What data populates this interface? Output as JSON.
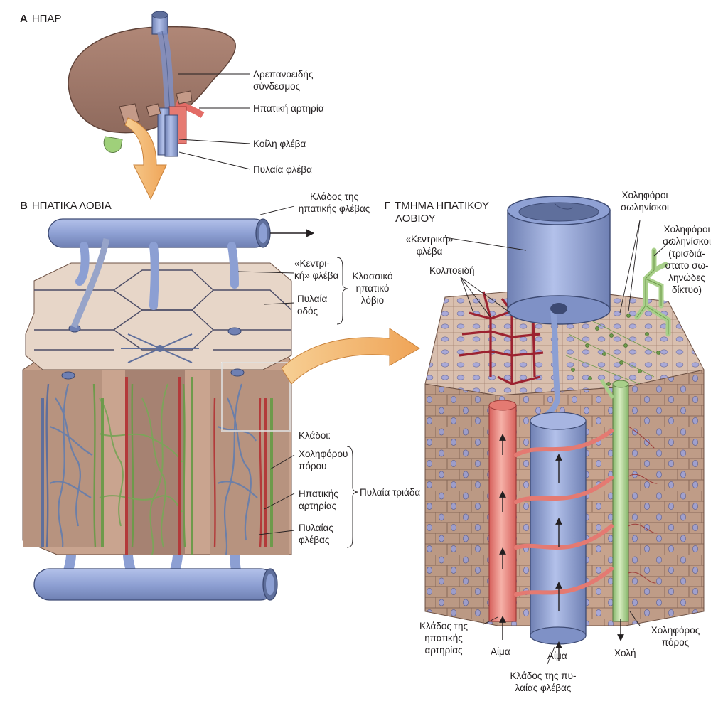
{
  "panels": {
    "a": {
      "letter": "Α",
      "title": "ΗΠΑΡ"
    },
    "b": {
      "letter": "Β",
      "title": "ΗΠΑΤΙΚΑ ΛΟΒΙΑ"
    },
    "c": {
      "letter": "Γ",
      "title_line1": "ΤΜΗΜΑ ΗΠΑΤΙΚΟΥ",
      "title_line2": "ΛΟΒΙΟΥ"
    }
  },
  "labels_a": {
    "falciform_1": "Δρεπανοειδής",
    "falciform_2": "σύνδεσμος",
    "hepatic_artery": "Ηπατική αρτηρία",
    "vena_cava": "Κοίλη φλέβα",
    "portal_vein": "Πυλαία φλέβα"
  },
  "labels_b": {
    "hv_branch_1": "Κλάδος της",
    "hv_branch_2": "ηπατικής φλέβας",
    "central_1": "«Κεντρι-",
    "central_2": "κή» φλέβα",
    "portal_tract_1": "Πυλαία",
    "portal_tract_2": "οδός",
    "classic_1": "Κλασσικό",
    "classic_2": "ηπατικό",
    "classic_3": "λόβιο",
    "branches": "Κλάδοι:",
    "bile_1": "Χοληφόρου",
    "bile_2": "πόρου",
    "artery_1": "Ηπατικής",
    "artery_2": "αρτηρίας",
    "pv_1": "Πυλαίας",
    "pv_2": "φλέβας",
    "triad": "Πυλαία τριάδα"
  },
  "labels_c": {
    "central_1": "«Κεντρική»",
    "central_2": "φλέβα",
    "sinusoids": "Κολποειδή",
    "canaliculi_1": "Χοληφόροι",
    "canaliculi_2": "σωληνίσκοι",
    "network_1": "Χοληφόροι",
    "network_2": "σωληνίσκοι",
    "network_3": "(τρισδιά-",
    "network_4": "στατο σω-",
    "network_5": "ληνώδες",
    "network_6": "δίκτυο)",
    "ha_branch_1": "Κλάδος της",
    "ha_branch_2": "ηπατικής",
    "ha_branch_3": "αρτηρίας",
    "blood_1": "Αίμα",
    "blood_2": "Αίμα",
    "bile_flow": "Χολή",
    "pv_branch_1": "Κλάδος της πυ-",
    "pv_branch_2": "λαίας φλέβας",
    "duct_1": "Χοληφόρος",
    "duct_2": "πόρος"
  },
  "colors": {
    "liver": "#a0776a",
    "vein_blue": "#8c9fd3",
    "vein_dark": "#5f6f9c",
    "artery_red": "#e47a72",
    "bile_green": "#a8cf8a",
    "tissue": "#c9a48f",
    "tissue_light": "#e6d4c6",
    "orange_arrow": "#f2b266",
    "sinusoid_red": "#9c2230"
  }
}
